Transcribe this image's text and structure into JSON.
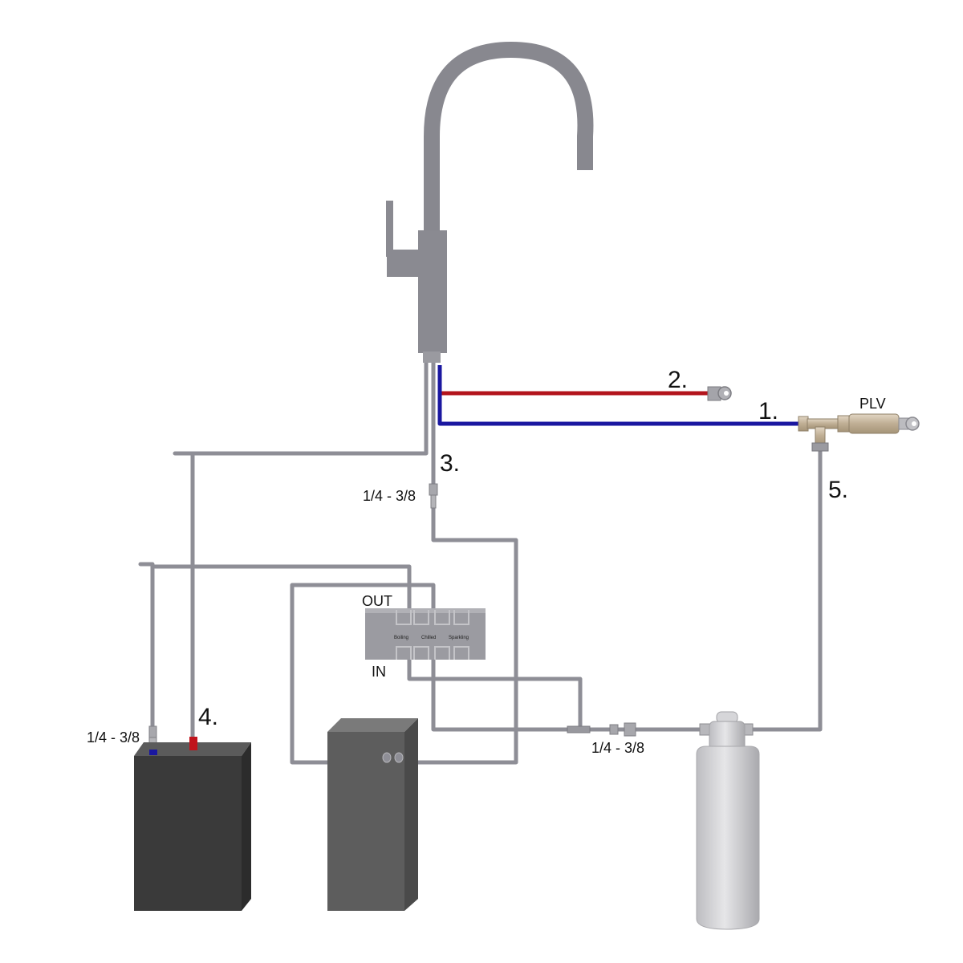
{
  "labels": {
    "n1": "1.",
    "n2": "2.",
    "n3": "3.",
    "n4": "4.",
    "n5": "5.",
    "plv": "PLV",
    "out": "OUT",
    "in": "IN",
    "adapter_top": "1/4 - 3/8",
    "adapter_left": "1/4 - 3/8",
    "adapter_bottom": "1/4 - 3/8"
  },
  "manifold": {
    "boiling": "Boiling",
    "chilled": "Chilled",
    "sparkling": "Sparkling"
  },
  "colors": {
    "tube_grey": "#8e8e96",
    "faucet_grey": "#88888f",
    "hot_red": "#b3141c",
    "cold_blue": "#1a17a0",
    "boiler_dark": "#3a3a3a",
    "chiller_dark": "#5a5a5a",
    "filter_light": "#cfcfd2",
    "brass": "#c8b8a0"
  }
}
